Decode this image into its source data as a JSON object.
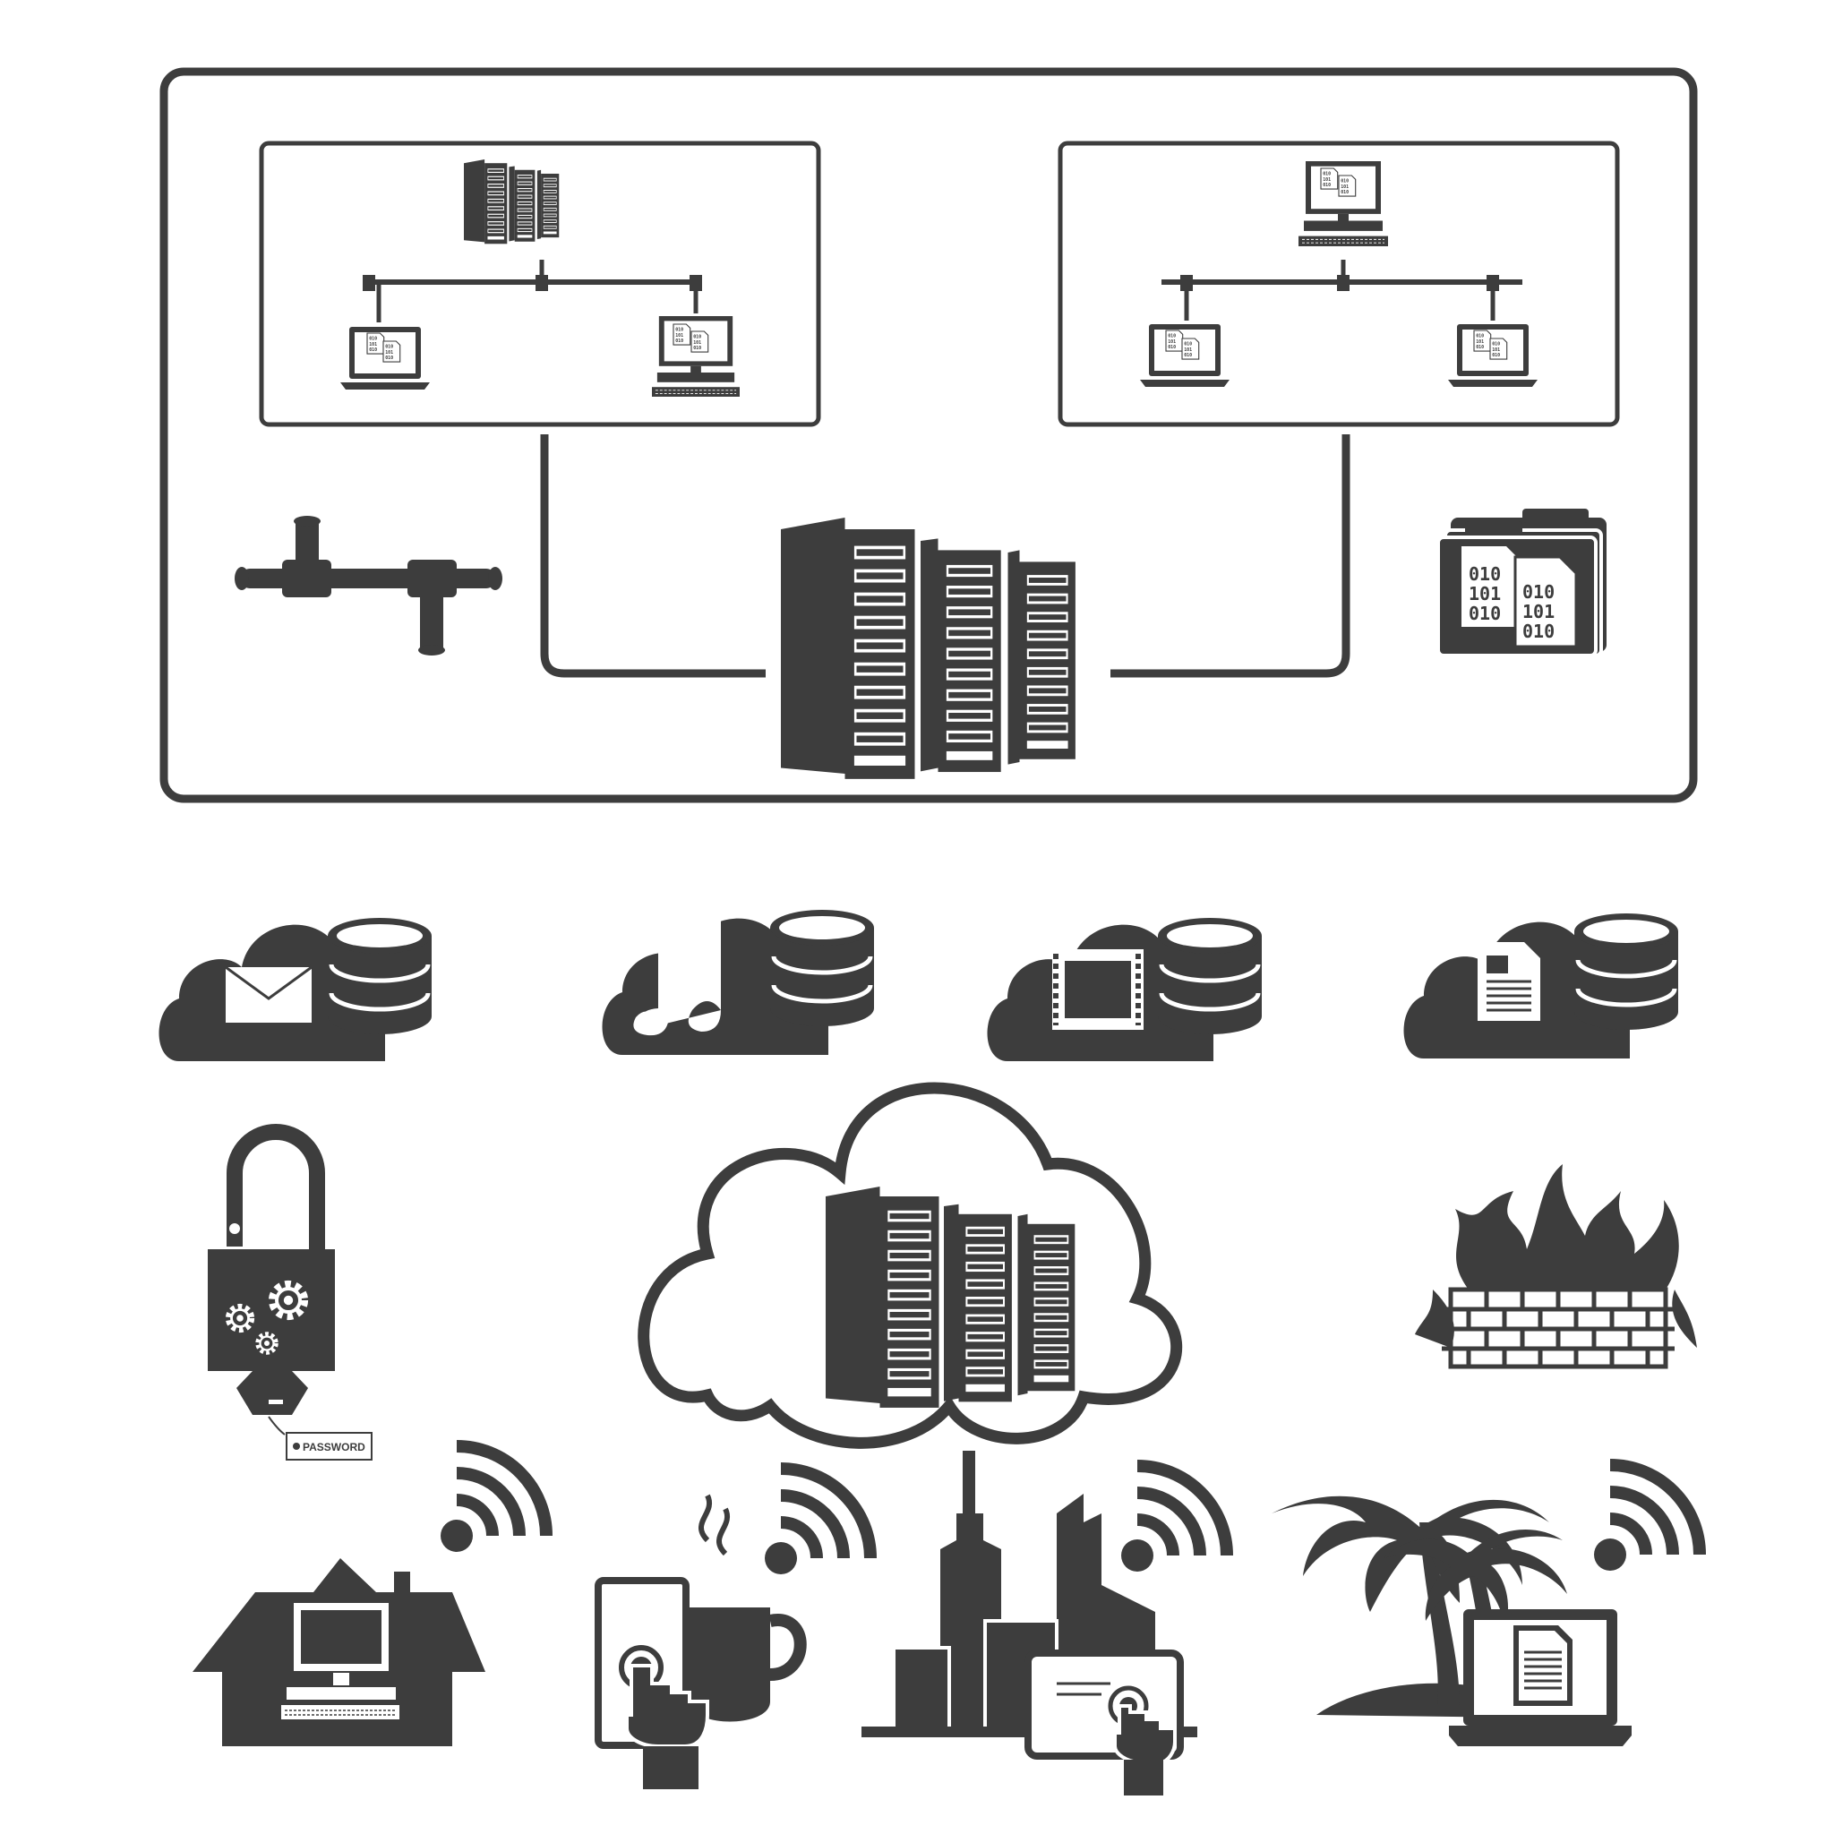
{
  "colors": {
    "ink": "#3d3d3d",
    "paper": "#ffffff"
  },
  "binary": {
    "line1": "010",
    "line2": "101",
    "line3": "010"
  },
  "password_tag": {
    "label": "PASSWORD"
  },
  "icons": [
    "network-diagram-panel",
    "server-rack-icon",
    "pipe-connector-icon",
    "binary-files-folder-icon",
    "cloud-mail-database-icon",
    "cloud-music-database-icon",
    "cloud-video-database-icon",
    "cloud-document-database-icon",
    "padlock-password-icon",
    "cloud-server-icon",
    "firewall-icon",
    "home-computer-wifi-icon",
    "coffee-shop-tablet-wifi-icon",
    "city-tablet-wifi-icon",
    "beach-laptop-wifi-icon"
  ]
}
